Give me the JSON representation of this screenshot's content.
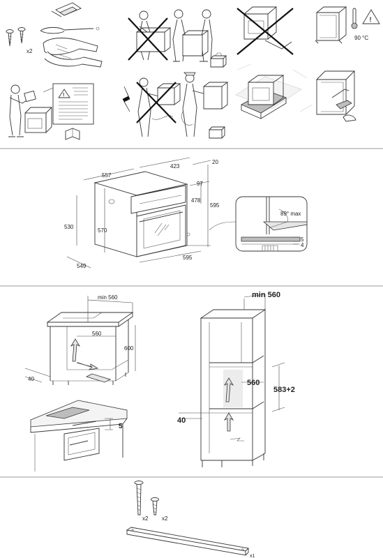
{
  "section1": {
    "screws_count": "x2",
    "temp_label": "90 °C",
    "warning_icon": "warning-triangle-icon",
    "thermometer_icon": "thermometer-icon",
    "lightning_icon": "lightning-bolt-icon",
    "book_icon": "manual-book-icon"
  },
  "section2": {
    "dims": {
      "top_width": "557",
      "top_depth": "423",
      "top_right": "20",
      "upper_gap": "97",
      "mid_height": "478",
      "full_height": "595",
      "left_height": "530",
      "inner_height": "570",
      "bottom_depth": "549",
      "bottom_width": "595"
    },
    "detail": {
      "angle": "89° max",
      "gap_a": "5",
      "gap_b": "4"
    }
  },
  "section3": {
    "under_counter": {
      "min_width": "min 560",
      "inner_width": "560",
      "height": "600",
      "depth": "40",
      "gap": "5"
    },
    "column": {
      "min_width": "min 560",
      "inner_width": "560",
      "height": "583+2",
      "depth": "40"
    }
  },
  "section4": {
    "screw_long_count": "x2",
    "screw_short_count": "x2",
    "rail_count": "x1"
  }
}
